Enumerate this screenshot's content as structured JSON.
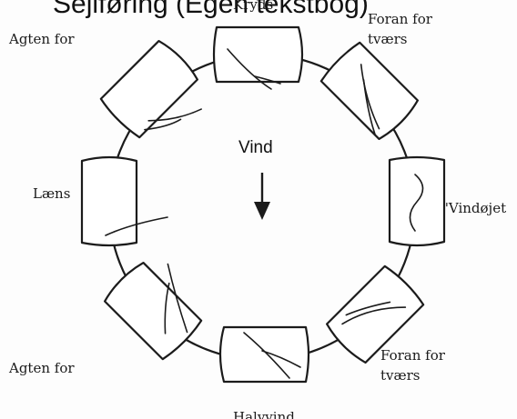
{
  "header": {
    "text": "Sejlføring (Egen tekstbog)"
  },
  "wind": {
    "label": "Vind"
  },
  "labels": {
    "top_hidden": "Kryds",
    "top_right": "Foran for tværs",
    "right": "\"Vindøjet",
    "bottom_right": "Foran for tværs",
    "bottom": "Halvvind",
    "bottom_left": "Agten for",
    "left": "Læns",
    "top_left": "Agten for"
  },
  "colors": {
    "ink": "#1b1b1b",
    "paper": "#ffffff"
  }
}
